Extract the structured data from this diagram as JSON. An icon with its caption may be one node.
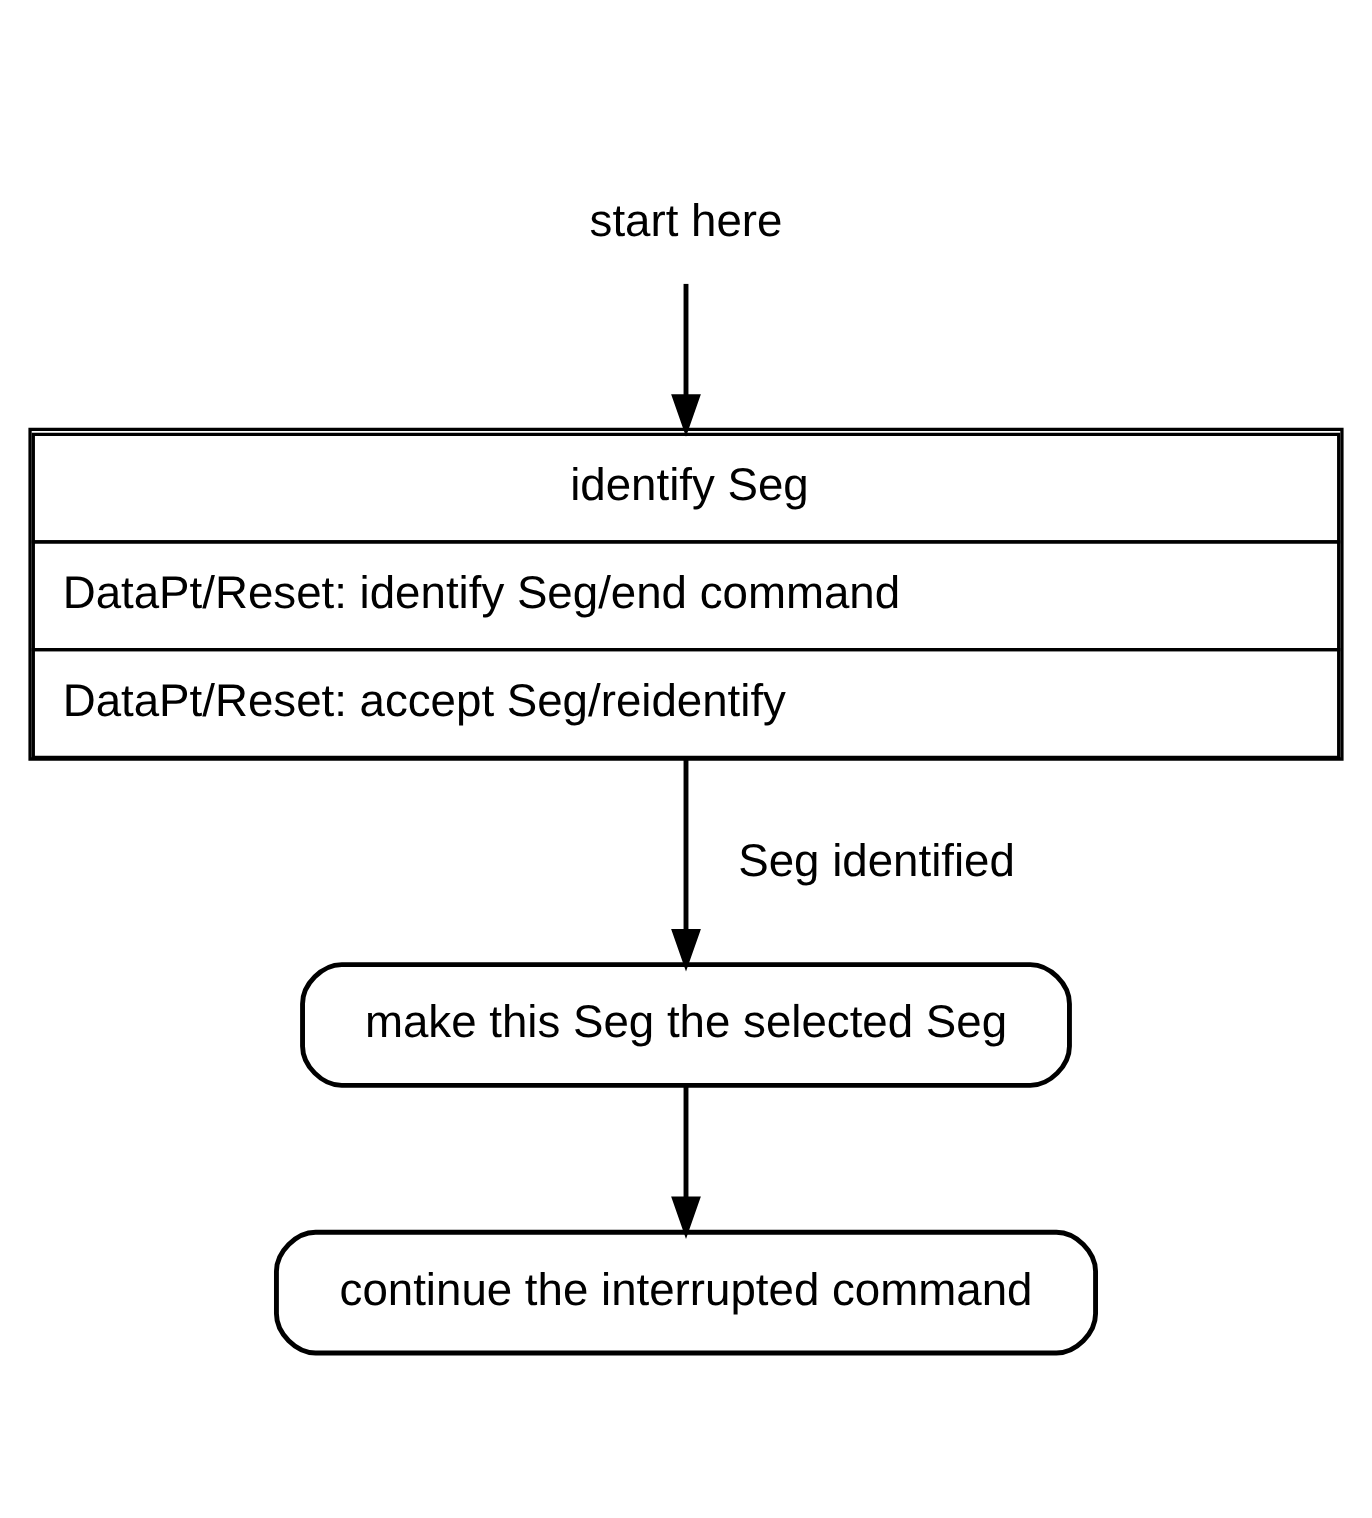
{
  "diagram": {
    "nodes": [
      {
        "text": [
          "start here"
        ]
      },
      {
        "text": [
          "identify Seg",
          "DataPt/Reset: identify Seg/end command",
          "DataPt/Reset: accept Seg/reidentify"
        ]
      },
      {
        "text": [
          "make this Seg the selected Seg"
        ]
      },
      {
        "text": [
          "continue the interrupted command"
        ]
      }
    ],
    "edges": [
      {
        "from": 0,
        "to": 1,
        "arrow": "to"
      },
      {
        "from": 1,
        "to": 2,
        "arrow": "to",
        "label": "Seg identified"
      },
      {
        "from": 2,
        "to": 3,
        "arrow": "to"
      }
    ]
  }
}
